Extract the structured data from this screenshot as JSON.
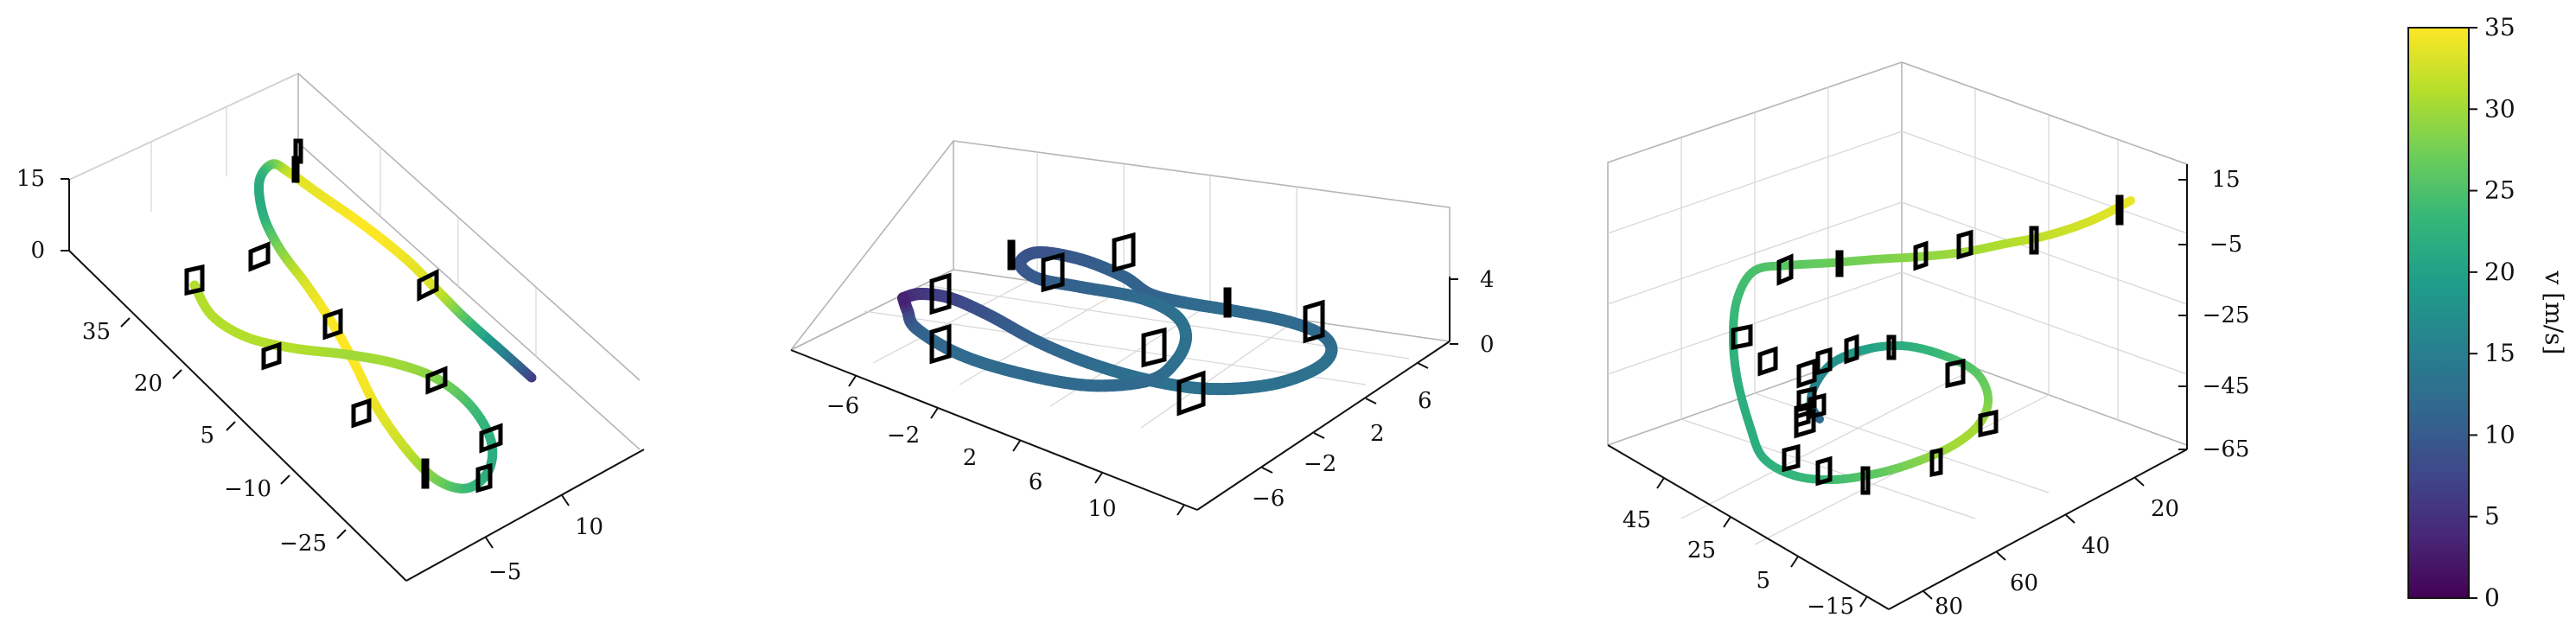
{
  "figure": {
    "colormap": "viridis",
    "colormap_stops": [
      "#440154",
      "#482878",
      "#3e4989",
      "#31688e",
      "#26828e",
      "#1f9e89",
      "#35b779",
      "#6ece58",
      "#b5de2b",
      "#fde725"
    ]
  },
  "colorbar": {
    "label": "v [m/s]",
    "range": [
      0,
      35
    ],
    "ticks": [
      "0",
      "5",
      "10",
      "15",
      "20",
      "25",
      "30",
      "35"
    ]
  },
  "chart_data": [
    {
      "type": "line3d",
      "track": "figure-eight",
      "axes": {
        "x": {
          "ticks": [
            "35",
            "20",
            "5",
            "−10",
            "−25"
          ]
        },
        "y": {
          "ticks": [
            "10",
            "−5"
          ]
        },
        "z": {
          "ticks": [
            "15",
            "0"
          ]
        }
      },
      "speed_range": [
        5,
        35
      ],
      "gate_count": 12
    },
    {
      "type": "line3d",
      "track": "loop",
      "axes": {
        "x": {
          "ticks": [
            "−6",
            "−2",
            "2",
            "6",
            "10"
          ]
        },
        "y": {
          "ticks": [
            "6",
            "2",
            "−2",
            "−6"
          ]
        },
        "z": {
          "ticks": [
            "4",
            "0"
          ]
        }
      },
      "speed_range": [
        3,
        15
      ],
      "gate_count": 9
    },
    {
      "type": "line3d",
      "track": "descending spiral",
      "axes": {
        "x": {
          "ticks": [
            "45",
            "25",
            "5",
            "−15"
          ]
        },
        "y": {
          "ticks": [
            "20",
            "40",
            "60",
            "80"
          ]
        },
        "z": {
          "ticks": [
            "15",
            "−5",
            "−25",
            "−45",
            "−65"
          ]
        }
      },
      "speed_range": [
        10,
        35
      ],
      "gate_count": 22
    }
  ]
}
